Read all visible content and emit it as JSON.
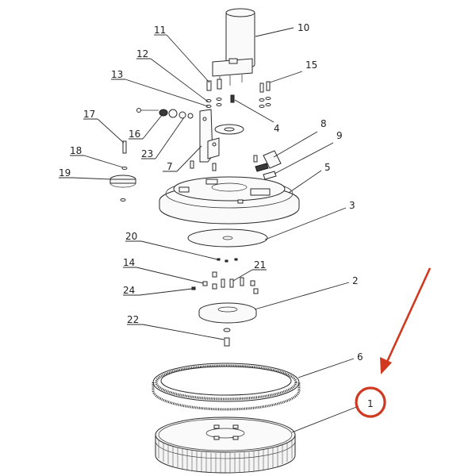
{
  "diagram": {
    "callouts": [
      {
        "id": "1",
        "label": "1"
      },
      {
        "id": "2",
        "label": "2"
      },
      {
        "id": "3",
        "label": "3"
      },
      {
        "id": "4",
        "label": "4"
      },
      {
        "id": "5",
        "label": "5"
      },
      {
        "id": "6",
        "label": "6"
      },
      {
        "id": "7",
        "label": "7"
      },
      {
        "id": "8",
        "label": "8"
      },
      {
        "id": "9",
        "label": "9"
      },
      {
        "id": "10",
        "label": "10"
      },
      {
        "id": "11",
        "label": "11"
      },
      {
        "id": "12",
        "label": "12"
      },
      {
        "id": "13",
        "label": "13"
      },
      {
        "id": "14",
        "label": "14"
      },
      {
        "id": "15",
        "label": "15"
      },
      {
        "id": "16",
        "label": "16"
      },
      {
        "id": "17",
        "label": "17"
      },
      {
        "id": "18",
        "label": "18"
      },
      {
        "id": "19",
        "label": "19"
      },
      {
        "id": "20",
        "label": "20"
      },
      {
        "id": "21",
        "label": "21"
      },
      {
        "id": "22",
        "label": "22"
      },
      {
        "id": "23",
        "label": "23"
      },
      {
        "id": "24",
        "label": "24"
      }
    ],
    "highlight": {
      "callout": "1",
      "color": "#d0391f"
    }
  }
}
